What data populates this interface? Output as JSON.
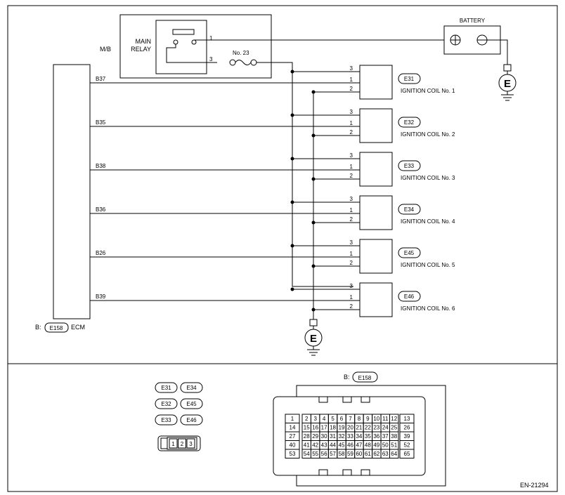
{
  "mb": {
    "label": "M/B",
    "relay_line1": "MAIN",
    "relay_line2": "RELAY",
    "fuse": "No. 23",
    "pin1": "1",
    "pin3": "3"
  },
  "battery": {
    "label": "BATTERY"
  },
  "ground": {
    "label": "E"
  },
  "ecm": {
    "prefix": "B:",
    "connector": "E158",
    "name": "ECM"
  },
  "coil_pins": [
    "3",
    "1",
    "2"
  ],
  "coils": [
    {
      "wire": "B37",
      "connector": "E31",
      "name": "IGNITION COIL No. 1"
    },
    {
      "wire": "B35",
      "connector": "E32",
      "name": "IGNITION COIL No. 2"
    },
    {
      "wire": "B38",
      "connector": "E33",
      "name": "IGNITION COIL No. 3"
    },
    {
      "wire": "B36",
      "connector": "E34",
      "name": "IGNITION COIL No. 4"
    },
    {
      "wire": "B26",
      "connector": "E45",
      "name": "IGNITION COIL No. 5"
    },
    {
      "wire": "B39",
      "connector": "E46",
      "name": "IGNITION COIL No. 6"
    }
  ],
  "legend": {
    "coil_connectors": [
      "E31",
      "E34",
      "E32",
      "E45",
      "E33",
      "E46"
    ],
    "coil_pins": [
      "1",
      "2",
      "3"
    ],
    "ecm_prefix": "B:",
    "ecm_connector": "E158",
    "ecm_left": [
      [
        "1"
      ],
      [
        "14"
      ],
      [
        "27"
      ],
      [
        "40"
      ],
      [
        "53"
      ]
    ],
    "ecm_mid": [
      [
        "2",
        "3",
        "4",
        "5",
        "6",
        "7",
        "8",
        "9",
        "10",
        "11",
        "12"
      ],
      [
        "15",
        "16",
        "17",
        "18",
        "19",
        "20",
        "21",
        "22",
        "23",
        "24",
        "25"
      ],
      [
        "28",
        "29",
        "30",
        "31",
        "32",
        "33",
        "34",
        "35",
        "36",
        "37",
        "38"
      ],
      [
        "41",
        "42",
        "43",
        "44",
        "45",
        "46",
        "47",
        "48",
        "49",
        "50",
        "51"
      ],
      [
        "54",
        "55",
        "56",
        "57",
        "58",
        "59",
        "60",
        "61",
        "62",
        "63",
        "64"
      ]
    ],
    "ecm_right": [
      [
        "13"
      ],
      [
        "26"
      ],
      [
        "39"
      ],
      [
        "52"
      ],
      [
        "65"
      ]
    ]
  },
  "figure_id": "EN-21294"
}
